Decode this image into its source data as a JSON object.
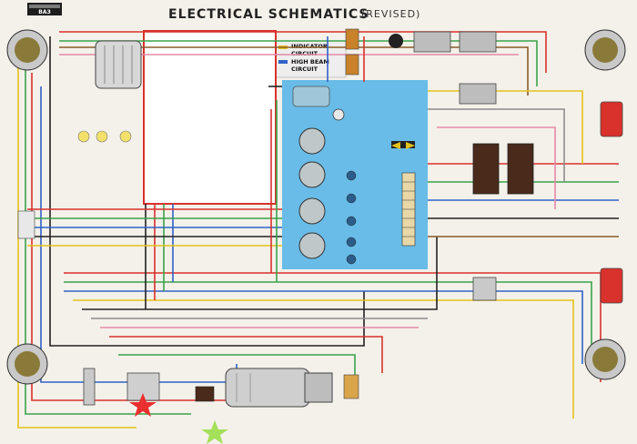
{
  "header": {
    "title": "ELECTRICAL SCHEMATICS",
    "subtitle": "(REVISED)",
    "logo": "ВАЗ"
  },
  "legend": {
    "items": [
      {
        "label_line1": "INDICATOR",
        "label_line2": "CIRCUIT"
      },
      {
        "label_line1": "HIGH BEAM",
        "label_line2": "CIRCUIT"
      }
    ]
  },
  "annotations": {
    "marker_red": "red-star",
    "marker_green": "green-star"
  },
  "colors": {
    "background": "#f4f1ea",
    "panel": "#4fb3e6",
    "wire_red": "#d9312b",
    "wire_green": "#3aa34a",
    "wire_blue": "#2f62c8",
    "wire_yellow": "#e3c21b",
    "wire_black": "#222222",
    "wire_brown": "#8a5a2b",
    "wire_pink": "#e48aa8",
    "wire_grey": "#8c8c8c"
  }
}
